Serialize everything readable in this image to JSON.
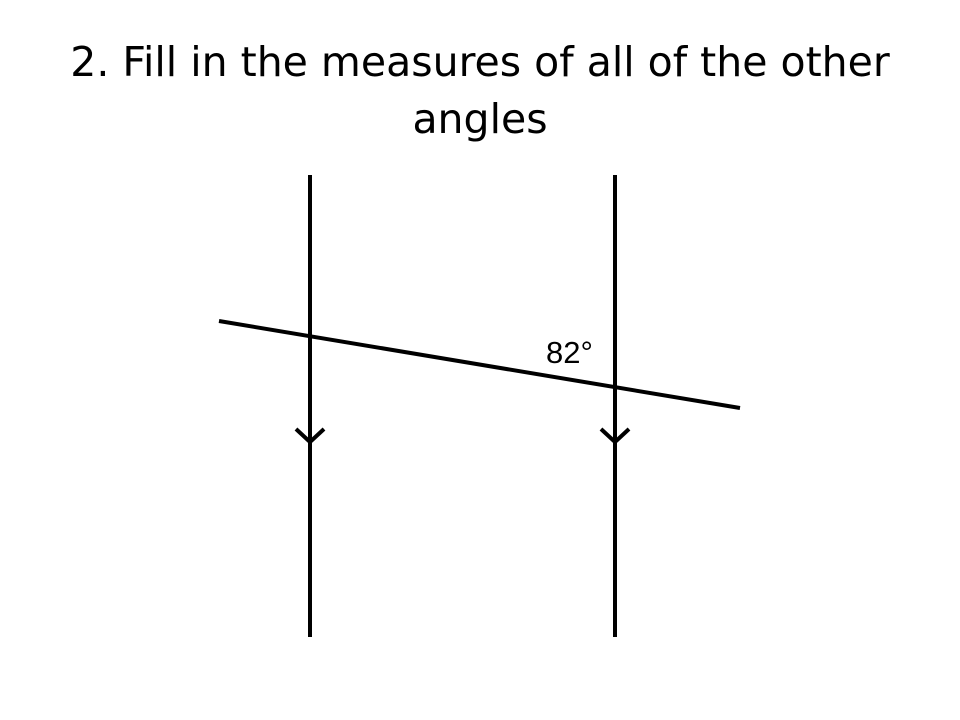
{
  "slide": {
    "title": "2. Fill in the measures of all of the other angles"
  },
  "diagram": {
    "given_angle_label": "82°",
    "stroke_color": "#000000",
    "lines": [
      {
        "name": "parallel-line-left",
        "parallel_marker": "arrow-down"
      },
      {
        "name": "parallel-line-right",
        "parallel_marker": "arrow-down"
      },
      {
        "name": "transversal-line"
      }
    ]
  }
}
